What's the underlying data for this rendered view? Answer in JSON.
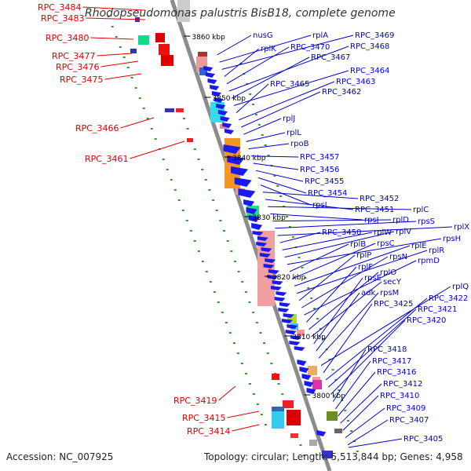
{
  "title": "Rhodopseudomonas palustris BisB18, complete genome",
  "footer": {
    "accession": "Accession: NC_007925",
    "summary": "Topology: circular; Length: 5,513,844 bp; Genes: 4,958"
  },
  "colors": {
    "left_label": "#dd0000",
    "right_label": "#0000cc",
    "backbone": "#8c8c8c",
    "tick_label": "#000000",
    "dot": "#339933"
  },
  "ticks": [
    "3860 kbp",
    "3850 kbp",
    "3840 kbp",
    "3830 kbp",
    "3820 kbp",
    "3810 kbp",
    "3800 kbp"
  ],
  "left_labels": [
    "RPC_3484",
    "RPC_3483",
    "RPC_3480",
    "RPC_3477",
    "RPC_3476",
    "RPC_3475",
    "RPC_3466",
    "RPC_3461",
    "RPC_3419",
    "RPC_3415",
    "RPC_3414"
  ],
  "right_labels": [
    "nusG",
    "rplA",
    "RPC_3469",
    "rplK",
    "RPC_3470",
    "RPC_3468",
    "RPC_3467",
    "RPC_3464",
    "RPC_3465",
    "RPC_3463",
    "RPC_3462",
    "rplJ",
    "rplL",
    "rpoB",
    "RPC_3457",
    "RPC_3456",
    "RPC_3455",
    "RPC_3454",
    "rpsL",
    "RPC_3452",
    "RPC_3451",
    "rplC",
    "rpsJ",
    "rplD",
    "rpsS",
    "rplX",
    "RPC_3450",
    "rplW",
    "rplV",
    "rpsH",
    "rplB",
    "rpsC",
    "rplE",
    "rplR",
    "rplP",
    "rpsN",
    "rpmD",
    "rplF",
    "rplO",
    "secY",
    "rpsE",
    "adk",
    "rpsM",
    "rplQ",
    "RPC_3425",
    "RPC_3422",
    "RPC_3421",
    "RPC_3420",
    "RPC_3418",
    "RPC_3417",
    "RPC_3416",
    "RPC_3412",
    "RPC_3410",
    "RPC_3409",
    "RPC_3407",
    "RPC_3405"
  ]
}
